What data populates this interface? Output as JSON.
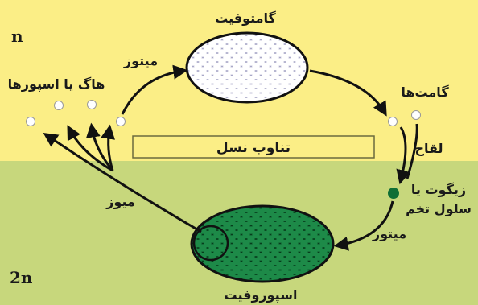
{
  "diagram": {
    "haploid_label": "n",
    "diploid_label": "2n",
    "center_label": "تناوب نسل",
    "nodes": {
      "gametophyte": "گامتوفیت",
      "sporophyte": "اسپوروفیت",
      "gametes": "گامت‌ها",
      "spores": "هاگ یا اسپورها",
      "zygote_line1": "زیگوت یا",
      "zygote_line2": "سلول تخم"
    },
    "edges": {
      "mitosis_top": "میتوز",
      "fertilization": "لقاح",
      "mitosis_bottom": "میتوز",
      "meiosis": "میوز"
    },
    "colors": {
      "haploid_bg": "#fbee86",
      "diploid_bg": "#c7d77c",
      "sporophyte_green": "#0f6e35",
      "gametophyte_fill": "#e8e6f4"
    }
  }
}
